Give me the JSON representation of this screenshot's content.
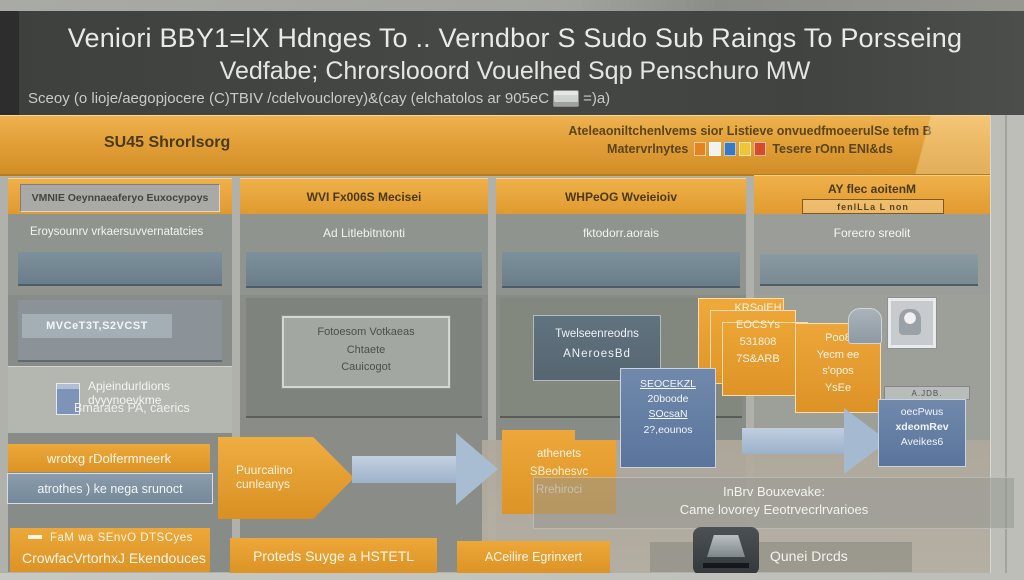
{
  "header": {
    "title_line1": "Veniori BBY1=lX Hdnges To .. Verndbor S Sudo Sub Raings To Porsseing",
    "title_line2": "Vedfabe; Chrorslooord Vouelhed Sqp Penschuro MW",
    "subtitle_part1": "Sceoy (o lioje/aegopjocere (C)TBIV /cdelvouclorey)&(cay (elchatolos ar 905eC",
    "subtitle_part2": "=)a)"
  },
  "banner": {
    "left_label": "SU45 Shrorlsorg",
    "right_line1": "Ateleaoniltchenlvems sior Listieve onvuedfmoeerulSe tefm B",
    "right_line2_prefix": "Matervrlnytes",
    "right_line2_suffix": "Tesere rOnn ENI&ds",
    "icon_styles": [
      "background:#e8821e",
      "background:#f2f2ee",
      "background:#3a78c2",
      "background:#f0c53a",
      "background:#d84b2a"
    ]
  },
  "columns": [
    {
      "header": "VMNIE Oeynnaeaferyo Euxocypoys",
      "subheader": "Eroysounrv vrkaersuvvernatatcies"
    },
    {
      "header": "WVI Fx006S Mecisei",
      "subheader": "Ad Litlebitntonti"
    },
    {
      "header": "WHPeOG Wveieioiv",
      "subheader": "fktodorr.aorais"
    },
    {
      "header": "AY flec aoitenM",
      "header_badge": "fenlLLa L non",
      "subheader": "Forecro sreolit"
    }
  ],
  "col1": {
    "selected_text": "MVCeT3T,S2VCST",
    "note_line1": "Apjeindurldions dyyynoevkme",
    "note_line2": "Bmaraes PA, caerics",
    "orange_bar": "wrotxg rDolfermneerk",
    "blue_bar": "atrothes ) ke nega srunoct",
    "bottom_bar_line1": "FaM wa SEnvO DTSCyes",
    "bottom_bar_line2": "CrowfacVrtorhxJ Ekendouces"
  },
  "col2": {
    "box_line1": "Fotoesom Votkaeas",
    "box_line2": "Chtaete",
    "box_line3": "Cauicogot",
    "pentagon_line1": "Puurcalino",
    "pentagon_line2": "cunleanys",
    "bottom_bar": "Proteds Suyge a HSTETL"
  },
  "col3": {
    "box_line1": "Twelseenreodns",
    "box_line2": "ANeroesBd",
    "folder_line1": "athenets",
    "folder_line2": "SBeohesvc",
    "folder_line3": "Rrehiroci",
    "bottom_bar": "ACeilire Egrinxert"
  },
  "flow": {
    "stack_line1": "KRSoIEH",
    "stack_line2": "EOCSYs",
    "stack_line3": "531808",
    "stack_line4": "7S&ARB",
    "blue_box_line1": "SEOCEKZL",
    "blue_box_line2": "20boode",
    "blue_box_line3": "SOcsaN",
    "blue_box_line4": "2?,eounos",
    "orange_box2_line1": "Poo8",
    "orange_box2_line2": "Yecm ee",
    "orange_box2_line3": "s'opos",
    "orange_box2_line4": "YsEe",
    "small_label": "A.JDB.",
    "blue_box2_line1": "oecPwus",
    "blue_box2_line2": "xdeomRev",
    "blue_box2_line3": "Aveikes6",
    "panel_line1": "InBrv Bouxevake:",
    "panel_line2": "Came lovorey Eeotrvecrlrvarioes",
    "printer_label": "Qunei Drcds"
  },
  "colors": {
    "header_bg": "#424442",
    "banner_orange": "#e3a038",
    "accent_orange": "#e09a2f",
    "panel_gray": "#8b8f8b",
    "blue_box": "#5a749d",
    "arrow_blue": "#a8bcd2",
    "beige_panel": "#b3ab9d"
  }
}
